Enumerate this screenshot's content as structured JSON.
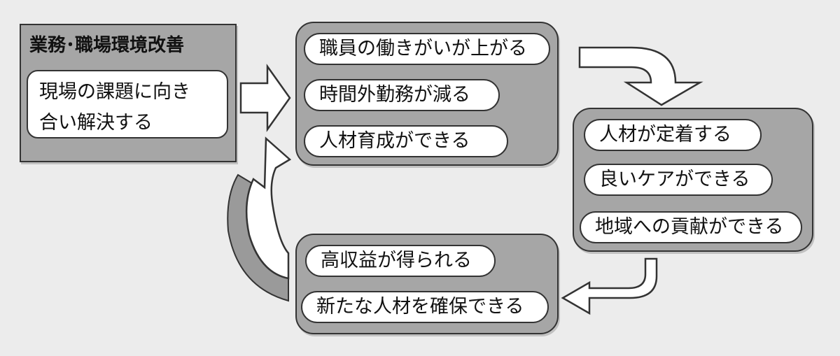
{
  "improvement": {
    "title": "業務･職場環境改善",
    "box_line1": "現場の課題に向き",
    "box_line2": "合い解決する"
  },
  "group_effects": {
    "items": [
      "職員の働きがいが上がる",
      "時間外勤務が減る",
      "人材育成ができる"
    ]
  },
  "group_outcomes": {
    "items": [
      "人材が定着する",
      "良いケアができる",
      "地域への貢献ができる"
    ]
  },
  "group_results": {
    "items": [
      "高収益が得られる",
      "新たな人材を確保できる"
    ]
  },
  "colors": {
    "background": "#ececec",
    "group_fill": "#a6a6a6",
    "item_fill": "#ffffff",
    "outline": "#333333"
  }
}
